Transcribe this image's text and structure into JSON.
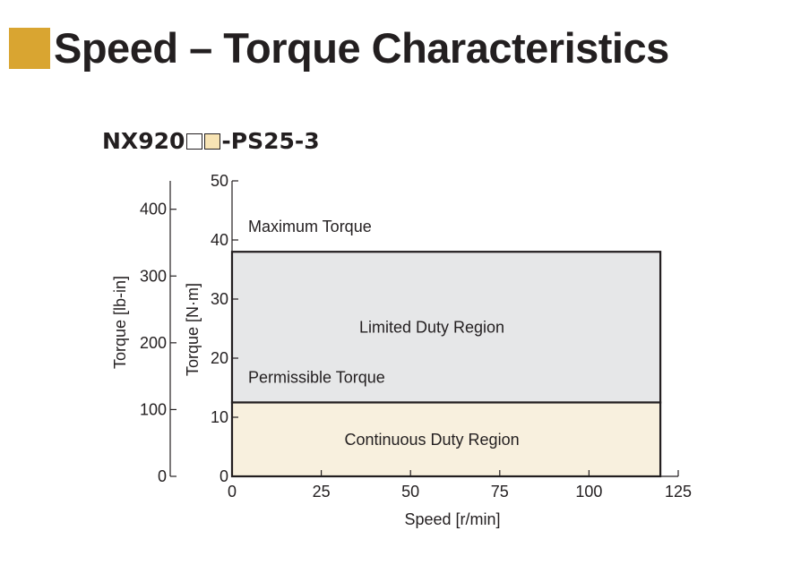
{
  "header": {
    "title": "Speed – Torque Characteristics",
    "square_color": "#d9a531"
  },
  "model": {
    "prefix": "NX920",
    "suffix": "-PS25-3",
    "box2_color": "#f8e4b4"
  },
  "chart_data": {
    "type": "area",
    "xlabel": "Speed [r/min]",
    "ylabel": "Torque [N·m]",
    "ylabel_secondary": "Torque [lb-in]",
    "xlim": [
      0,
      125
    ],
    "ylim": [
      0,
      50
    ],
    "ylim_secondary": [
      0,
      442.5
    ],
    "x_ticks": [
      0,
      25,
      50,
      75,
      100,
      125
    ],
    "y_ticks": [
      0,
      10,
      20,
      30,
      40,
      50
    ],
    "y_ticks_secondary": [
      0,
      100,
      200,
      300,
      400
    ],
    "grid": false,
    "regions": [
      {
        "name": "Limited Duty Region",
        "x": [
          0,
          120
        ],
        "y": [
          12.5,
          38
        ],
        "color": "#e6e7e8"
      },
      {
        "name": "Continuous Duty Region",
        "x": [
          0,
          120
        ],
        "y": [
          0,
          12.5
        ],
        "color": "#f8f0de"
      }
    ],
    "annotations": [
      {
        "text": "Maximum Torque",
        "value": 38
      },
      {
        "text": "Permissible Torque",
        "value": 12.5
      }
    ]
  }
}
